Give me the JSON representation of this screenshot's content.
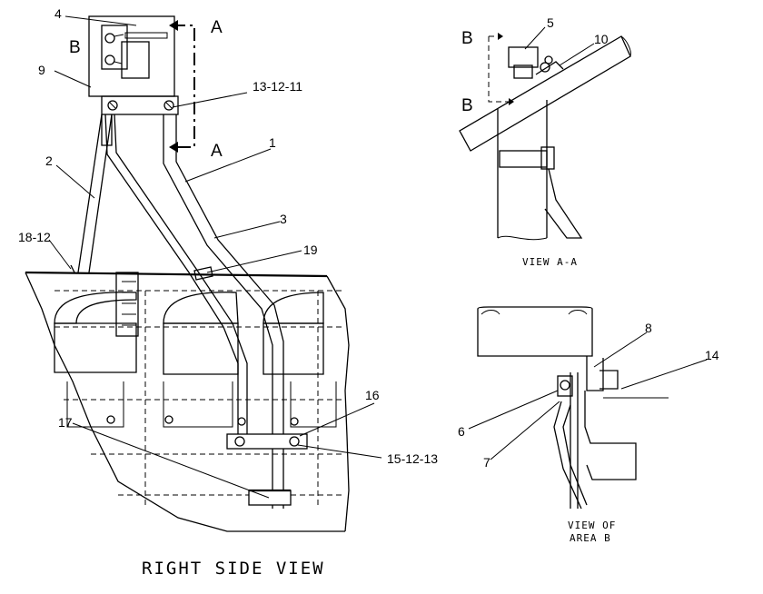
{
  "right_view": {
    "title": "RIGHT SIDE VIEW",
    "callouts": {
      "c4": "4",
      "c9": "9",
      "c13_12_11": "13-12-11",
      "c1": "1",
      "c2": "2",
      "c3": "3",
      "c18_12": "18-12",
      "c19": "19",
      "c16": "16",
      "c17": "17",
      "c15_12_13": "15-12-13"
    },
    "section_a_top": "A",
    "section_a_bottom": "A",
    "area_b": "B"
  },
  "view_aa": {
    "caption": "VIEW A-A",
    "callouts": {
      "c5": "5",
      "c10": "10"
    },
    "section_b_top": "B",
    "section_b_bottom": "B"
  },
  "view_b": {
    "caption_line1": "VIEW OF",
    "caption_line2": "AREA B",
    "callouts": {
      "c8": "8",
      "c14": "14",
      "c6": "6",
      "c7": "7"
    }
  }
}
